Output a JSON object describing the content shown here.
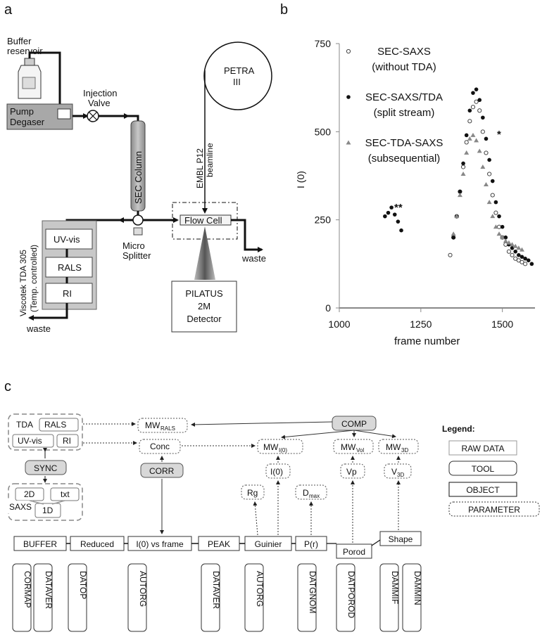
{
  "panel_labels": {
    "a": "a",
    "b": "b",
    "c": "c"
  },
  "setup": {
    "buffer_reservoir": [
      "Buffer",
      "reservoir"
    ],
    "pump_degaser": [
      "Pump",
      "Degaser"
    ],
    "injection_valve": [
      "Injection",
      "Valve"
    ],
    "sec_column": "SEC Column",
    "petra": [
      "PETRA",
      "III"
    ],
    "beamline": [
      "EMBL P12",
      "beamline"
    ],
    "flow_cell": "Flow Cell",
    "micro_splitter": [
      "Micro",
      "Splitter"
    ],
    "viscotek": [
      "Viscotek TDA 305",
      "(Temp. controlled)"
    ],
    "uvvis": "UV-vis",
    "rals": "RALS",
    "ri": "RI",
    "waste_left": "waste",
    "waste_right": "waste",
    "detector": [
      "PILATUS",
      "2M",
      "Detector"
    ]
  },
  "chart_data": {
    "type": "scatter",
    "xlabel": "frame number",
    "ylabel": "I (0)",
    "xlim": [
      1000,
      1600
    ],
    "ylim": [
      0,
      750
    ],
    "xticks": [
      "1000",
      "1250",
      "1500"
    ],
    "yticks": [
      "0",
      "250",
      "500",
      "750"
    ],
    "legend_position": "top-left",
    "series": [
      {
        "name": "SEC-SAXS (without TDA)",
        "legend": [
          "SEC-SAXS",
          "(without TDA)"
        ],
        "marker": "open-circle",
        "color": "#444444",
        "x": [
          1340,
          1350,
          1360,
          1370,
          1380,
          1390,
          1400,
          1410,
          1420,
          1430,
          1440,
          1450,
          1460,
          1470,
          1480,
          1490,
          1500,
          1510,
          1520,
          1530,
          1540,
          1550,
          1560,
          1570
        ],
        "y": [
          150,
          200,
          260,
          330,
          400,
          470,
          530,
          570,
          585,
          560,
          500,
          440,
          380,
          320,
          270,
          230,
          200,
          180,
          160,
          150,
          140,
          135,
          130,
          125
        ]
      },
      {
        "name": "SEC-SAXS/TDA (split stream)",
        "legend": [
          "SEC-SAXS/TDA",
          "(split stream)"
        ],
        "marker": "filled-circle",
        "color": "#111111",
        "x": [
          1140,
          1150,
          1160,
          1170,
          1180,
          1190,
          1350,
          1360,
          1370,
          1380,
          1390,
          1400,
          1410,
          1420,
          1430,
          1440,
          1450,
          1460,
          1470,
          1480,
          1490,
          1500,
          1510,
          1520,
          1530,
          1540,
          1550,
          1560,
          1570,
          1580,
          1590
        ],
        "y": [
          260,
          270,
          285,
          265,
          245,
          220,
          200,
          260,
          330,
          410,
          490,
          560,
          610,
          620,
          590,
          540,
          480,
          420,
          360,
          300,
          260,
          230,
          200,
          180,
          170,
          160,
          150,
          145,
          140,
          135,
          125
        ]
      },
      {
        "name": "SEC-TDA-SAXS (subsequential)",
        "legend": [
          "SEC-TDA-SAXS",
          "(subsequential)"
        ],
        "marker": "filled-triangle",
        "color": "#888888",
        "x": [
          1350,
          1360,
          1370,
          1380,
          1390,
          1400,
          1410,
          1420,
          1430,
          1440,
          1450,
          1460,
          1470,
          1480,
          1490,
          1500,
          1510,
          1520,
          1530,
          1540,
          1550,
          1560
        ],
        "y": [
          210,
          260,
          320,
          380,
          440,
          480,
          490,
          475,
          445,
          400,
          350,
          300,
          260,
          230,
          210,
          200,
          190,
          185,
          180,
          175,
          170,
          165
        ]
      }
    ],
    "annotations": [
      "**",
      "*"
    ]
  },
  "workflow": {
    "legend_title": "Legend:",
    "legend_items": [
      "RAW DATA",
      "TOOL",
      "OBJECT",
      "PARAMETER"
    ],
    "tda": "TDA",
    "rals": "RALS",
    "uvvis": "UV-vis",
    "ri": "RI",
    "sync": "SYNC",
    "d2": "2D",
    "txt": "txt",
    "saxs": "SAXS",
    "d1": "1D",
    "mw_rals": "MW",
    "mw_rals_sub": "RALS",
    "conc": "Conc",
    "corr": "CORR",
    "comp": "COMP",
    "mw_i0": "MW",
    "mw_i0_sub": "I(0)",
    "mw_vol": "MW",
    "mw_vol_sub": "Vol",
    "mw_3d": "MW",
    "mw_3d_sub": "3D",
    "i0": "I(0)",
    "rg": "Rg",
    "dmax": "D",
    "dmax_sub": "max",
    "vp": "Vp",
    "v3d": "V",
    "v3d_sub": "3D",
    "buffer": "BUFFER",
    "reduced": "Reduced",
    "i0frame": "I(0) vs frame",
    "peak": "PEAK",
    "guinier": "Guinier",
    "pr": "P(r)",
    "porod": "Porod",
    "shape": "Shape",
    "tools": [
      "CORMAP",
      "DATAVER",
      "DATOP",
      "AUTORG",
      "DATAVER",
      "AUTORG",
      "DATGNOM",
      "DATPOROD",
      "DAMMIF",
      "DAMMIN"
    ]
  }
}
